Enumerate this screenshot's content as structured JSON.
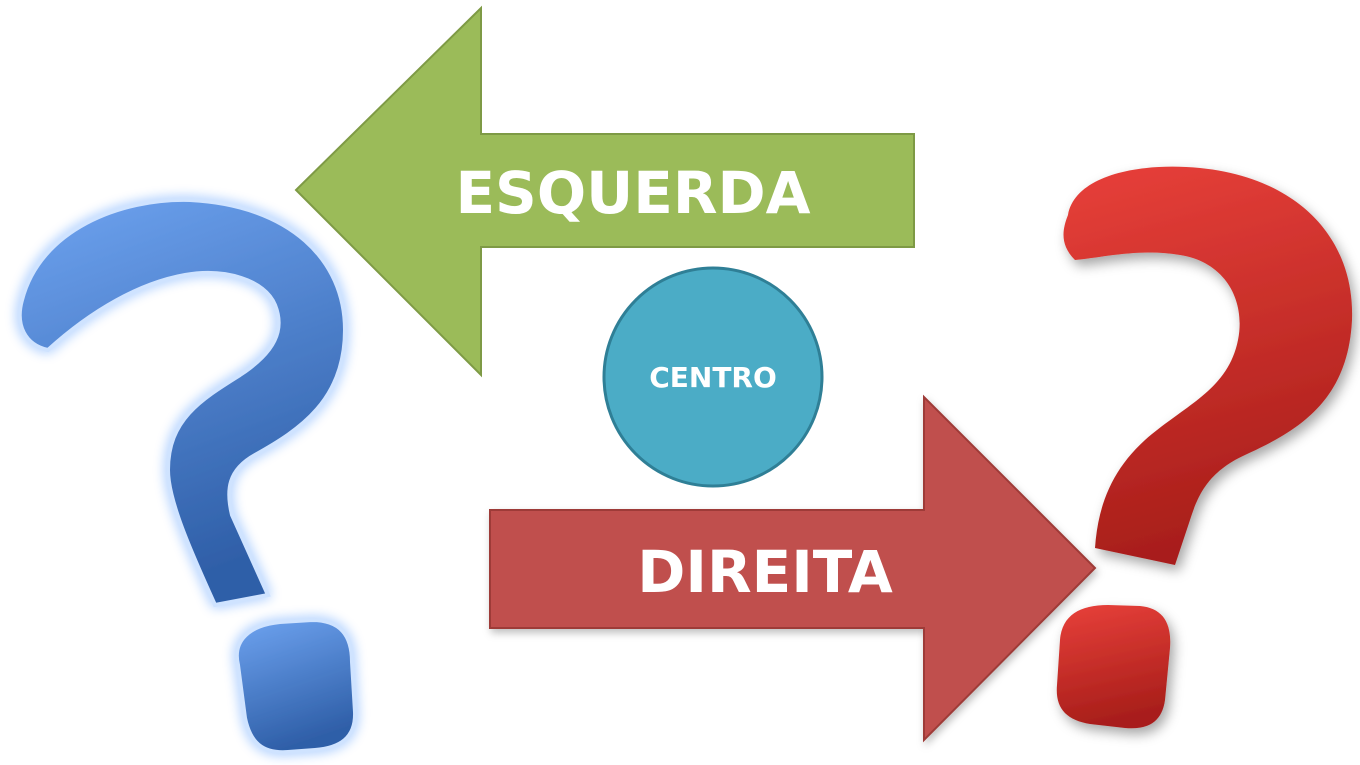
{
  "diagram": {
    "left_arrow": {
      "label": "ESQUERDA",
      "color": "#9BBB59",
      "border_color": "#7E9A45"
    },
    "center_circle": {
      "label": "CENTRO",
      "color": "#4BACC6",
      "border_color": "#2F7F96"
    },
    "right_arrow": {
      "label": "DIREITA",
      "color": "#C0504D",
      "border_color": "#9E3A37"
    },
    "left_question_mark": {
      "icon": "question-mark-icon",
      "color_top": "#6EA3F0",
      "color_bottom": "#2F5FA8",
      "glow_color": "#BFD9FF"
    },
    "right_question_mark": {
      "icon": "question-mark-icon",
      "color_top": "#E8403A",
      "color_bottom": "#A81E1A"
    }
  }
}
